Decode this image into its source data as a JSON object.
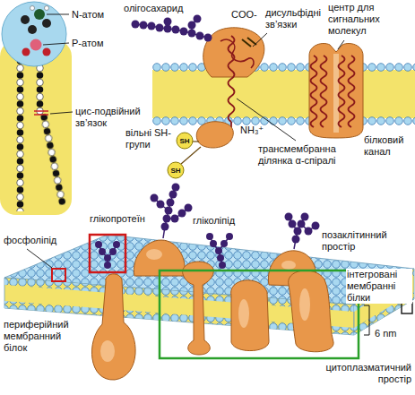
{
  "diagram": {
    "labels": [
      "N-атом",
      "P-атом",
      "цис-подвійний зв’язок",
      "олігосахарид",
      "COO-",
      "дисульфідні зв’язки",
      "центр для сигнальних молекул",
      "вільні SH-групи",
      "SH",
      "SH",
      "NH₃⁺",
      "трансмембранна ділянка α-спіралі",
      "білковий канал",
      "фосфоліпід",
      "глікопротеїн",
      "гліколіпід",
      "позаклітинний простір",
      "інтегровані мембранні білки",
      "периферійний мембранний білок",
      "6 nm",
      "цитоплазматичний простір"
    ]
  }
}
